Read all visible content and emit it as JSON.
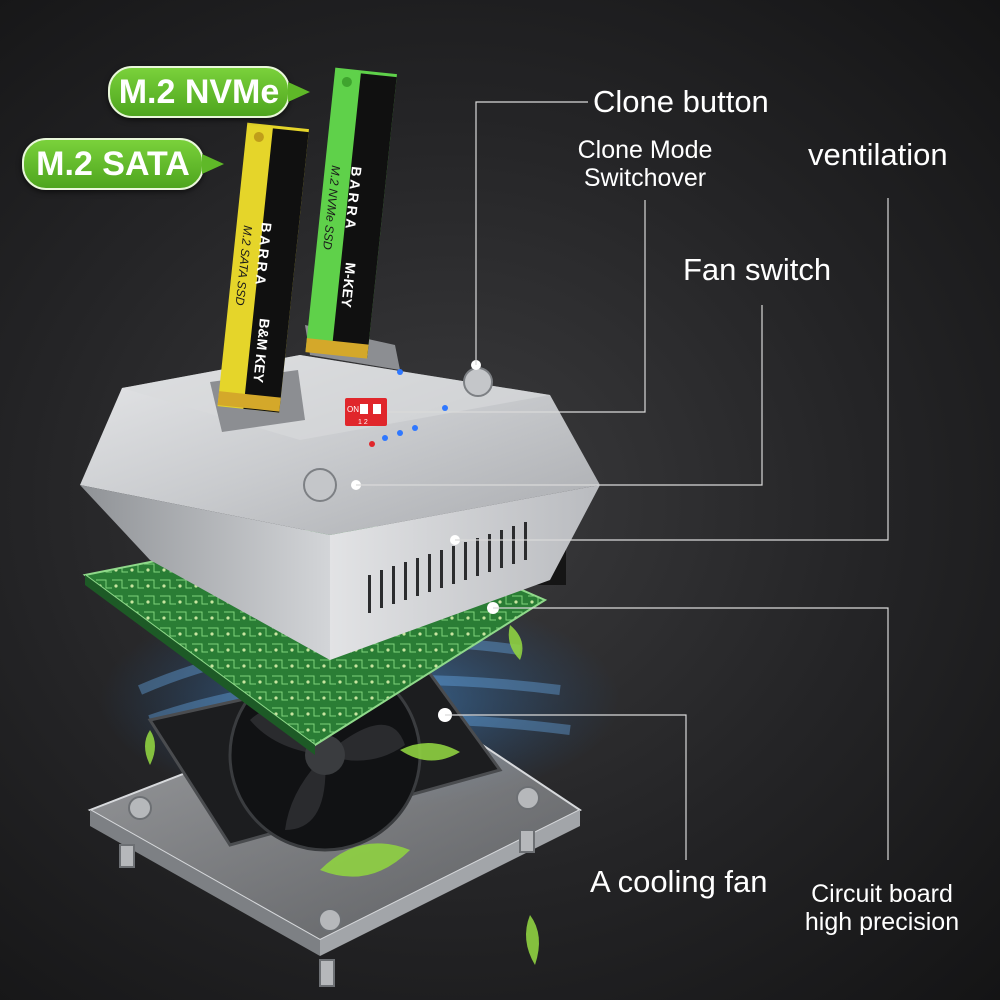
{
  "badges": {
    "nvme": "M.2 NVMe",
    "sata": "M.2 SATA"
  },
  "ssd_sata": {
    "brand": "BARRA",
    "model": "M.2 SATA SSD",
    "key": "B&M KEY"
  },
  "ssd_nvme": {
    "brand": "BARRA",
    "model": "M.2 NVMe SSD",
    "key": "M-KEY"
  },
  "callouts": {
    "clone_button": "Clone button",
    "clone_mode_line1": "Clone Mode",
    "clone_mode_line2": "Switchover",
    "ventilation": "ventilation",
    "fan_switch": "Fan switch",
    "cooling_fan": "A cooling fan",
    "circuit_line1": "Circuit board",
    "circuit_line2": "high precision"
  },
  "dock_markings": {
    "dip_on": "ON",
    "dip_numbers": "1 2"
  },
  "colors": {
    "badge_green": "#5fb828",
    "sata_pcb": "#e5d52a",
    "nvme_pcb": "#5fd14a",
    "ssd_label": "#101010",
    "pcb_green": "#2f8a3a",
    "dip_red": "#e0262b",
    "led_blue": "#2f78ff",
    "background": "#242426"
  }
}
